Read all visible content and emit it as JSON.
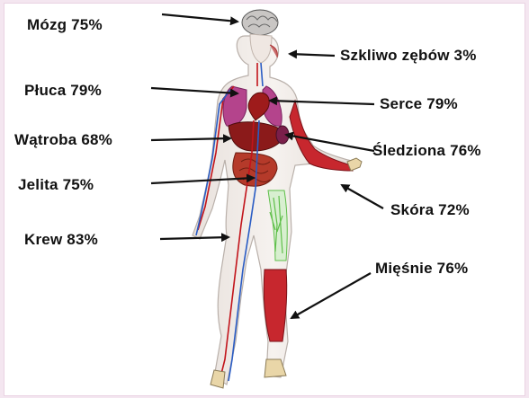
{
  "labels": {
    "brain": "Mózg 75%",
    "enamel": "Szkliwo zębów 3%",
    "lungs": "Płuca 79%",
    "heart": "Serce 79%",
    "liver": "Wątroba 68%",
    "spleen": "Śledziona 76%",
    "intestines": "Jelita 75%",
    "skin": "Skóra 72%",
    "blood": "Krew 83%",
    "muscles": "Mięśnie 76%"
  },
  "colors": {
    "background": "#f4e6f0",
    "arrow": "#111111",
    "artery": "#c2141b",
    "vein": "#2a5cc4",
    "lungs": "#b4448c",
    "organ": "#8b1a1a",
    "muscle": "#c7272e",
    "nerve": "#5fbf4a",
    "bone": "#e9d6a8"
  }
}
